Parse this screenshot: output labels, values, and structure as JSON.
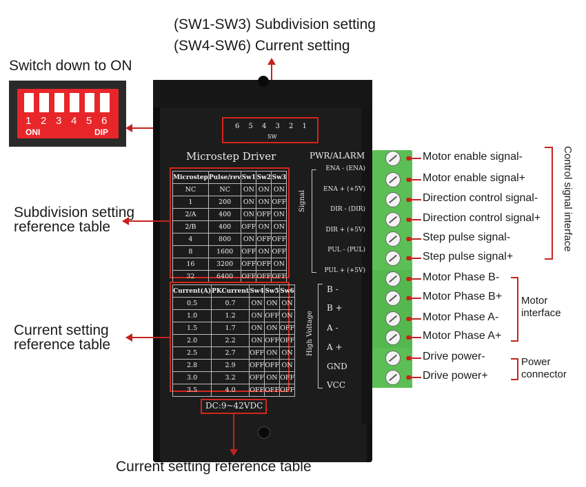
{
  "top_caption": {
    "line1": "(SW1-SW3) Subdivision setting",
    "line2": "(SW4-SW6) Current setting"
  },
  "switch_caption": "Switch down to ON",
  "dip": {
    "numbers": [
      "1",
      "2",
      "3",
      "4",
      "5",
      "6"
    ],
    "on_label": "ONI",
    "dip_label": "DIP",
    "color": "#e8262a"
  },
  "driver": {
    "title": "Microstep Driver",
    "pwr_alarm": "PWR/ALARM",
    "sw_numbers": [
      "6",
      "5",
      "4",
      "3",
      "2",
      "1"
    ],
    "sw_label": "SW",
    "signal_label": "Signal",
    "high_voltage_label": "High Voltage",
    "dc_label": "DC:9~42VDC",
    "signal_pins": [
      "ENA - (ENA)",
      "ENA + (+5V)",
      "DIR - (DIR)",
      "DIR + (+5V)",
      "PUL - (PUL)",
      "PUL + (+5V)"
    ],
    "hv_pins": [
      "B -",
      "B +",
      "A -",
      "A +",
      "GND",
      "VCC"
    ]
  },
  "subdivision_table": {
    "headers": [
      "Microstep",
      "Pulse/rev",
      "Sw1",
      "Sw2",
      "Sw3"
    ],
    "rows": [
      [
        "NC",
        "NC",
        "ON",
        "ON",
        "ON"
      ],
      [
        "1",
        "200",
        "ON",
        "ON",
        "OFF"
      ],
      [
        "2/A",
        "400",
        "ON",
        "OFF",
        "ON"
      ],
      [
        "2/B",
        "400",
        "OFF",
        "ON",
        "ON"
      ],
      [
        "4",
        "800",
        "ON",
        "OFF",
        "OFF"
      ],
      [
        "8",
        "1600",
        "OFF",
        "ON",
        "OFF"
      ],
      [
        "16",
        "3200",
        "OFF",
        "OFF",
        "ON"
      ],
      [
        "32",
        "6400",
        "OFF",
        "OFF",
        "OFF"
      ]
    ]
  },
  "current_table": {
    "headers": [
      "Current(A)",
      "PKCurrent",
      "Sw4",
      "Sw5",
      "Sw6"
    ],
    "rows": [
      [
        "0.5",
        "0.7",
        "ON",
        "ON",
        "ON"
      ],
      [
        "1.0",
        "1.2",
        "ON",
        "OFF",
        "ON"
      ],
      [
        "1.5",
        "1.7",
        "ON",
        "ON",
        "OFF"
      ],
      [
        "2.0",
        "2.2",
        "ON",
        "OFF",
        "OFF"
      ],
      [
        "2.5",
        "2.7",
        "OFF",
        "ON",
        "ON"
      ],
      [
        "2.8",
        "2.9",
        "OFF",
        "OFF",
        "ON"
      ],
      [
        "3.0",
        "3.2",
        "OFF",
        "ON",
        "OFF"
      ],
      [
        "3.5",
        "4.0",
        "OFF",
        "OFF",
        "OFF"
      ]
    ]
  },
  "left_labels": {
    "subdivision_line1": "Subdivision setting",
    "subdivision_line2": "reference table",
    "current_line1": "Current setting",
    "current_line2": "reference table"
  },
  "bottom_caption": "Current setting reference table",
  "terminal_labels": [
    "Motor enable signal-",
    "Motor enable signal+",
    "Direction control signal-",
    "Direction control signal+",
    "Step pulse signal-",
    "Step pulse signal+",
    "Motor Phase B-",
    "Motor Phase B+",
    "Motor Phase A-",
    "Motor Phase A+",
    "Drive power-",
    "Drive power+"
  ],
  "groups": {
    "control": "Control signal interface",
    "motor_line1": "Motor",
    "motor_line2": "interface",
    "power_line1": "Power",
    "power_line2": "connector"
  },
  "colors": {
    "accent": "#c4221c",
    "terminal_green": "#5cbf55",
    "driver_body": "#1c1c1c"
  }
}
